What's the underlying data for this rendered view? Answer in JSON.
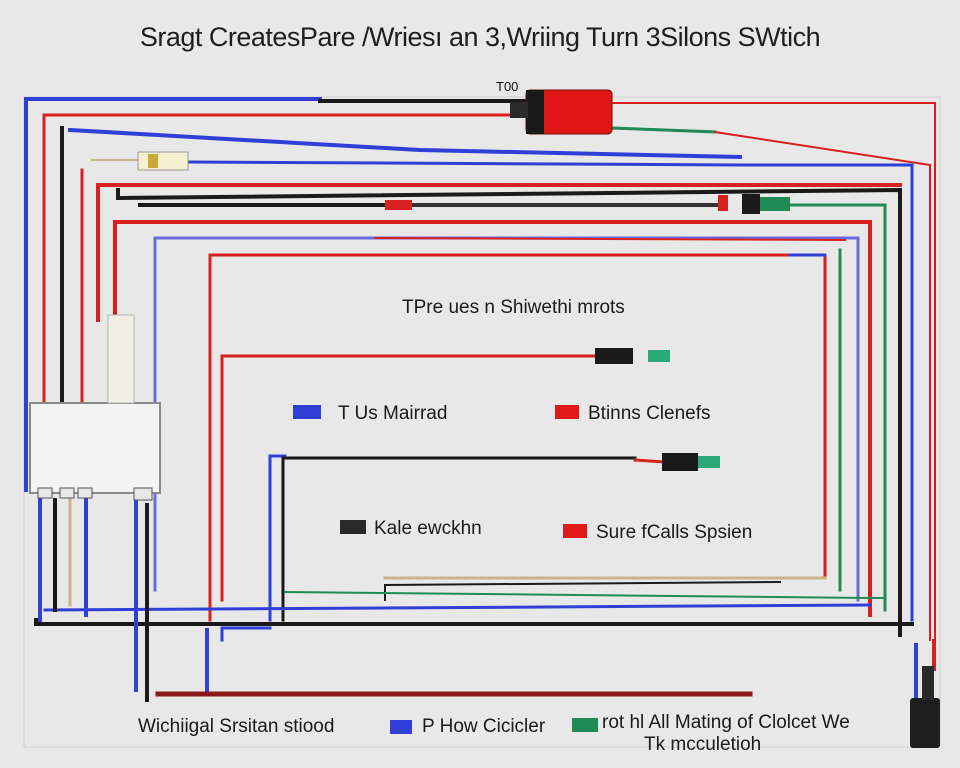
{
  "title": "Sragt CreatesPare /Wriesı an 3,Wriing Turn 3Silons SWtich",
  "component_tag": "T00",
  "center_caption": "TPre ues n Shiwethi mrots",
  "legend": {
    "blue_primary": {
      "label": "T Us Mairrad",
      "color": "#2f3fd8"
    },
    "red_primary": {
      "label": "Btinns Clenefs",
      "color": "#e01a1a"
    },
    "black": {
      "label": "Kale ewckhn",
      "color": "#222222"
    },
    "red_secondary": {
      "label": "Sure fCalls Spsien",
      "color": "#e01a1a"
    }
  },
  "bottom_legend": {
    "left_text": "Wichiigal Srsitan stiood",
    "blue": {
      "label": "P How Cicicler",
      "color": "#2f3fd8"
    },
    "green": {
      "label_line1": "rot hl All Mating of Clolcet We",
      "label_line2": "Tk mcculetioh",
      "color": "#1f8a55"
    }
  },
  "wire_colors": {
    "red": "#d92020",
    "blue": "#2f3fd8",
    "black": "#1a1a1a",
    "green": "#1f8a55",
    "tan": "#c9b48a"
  }
}
